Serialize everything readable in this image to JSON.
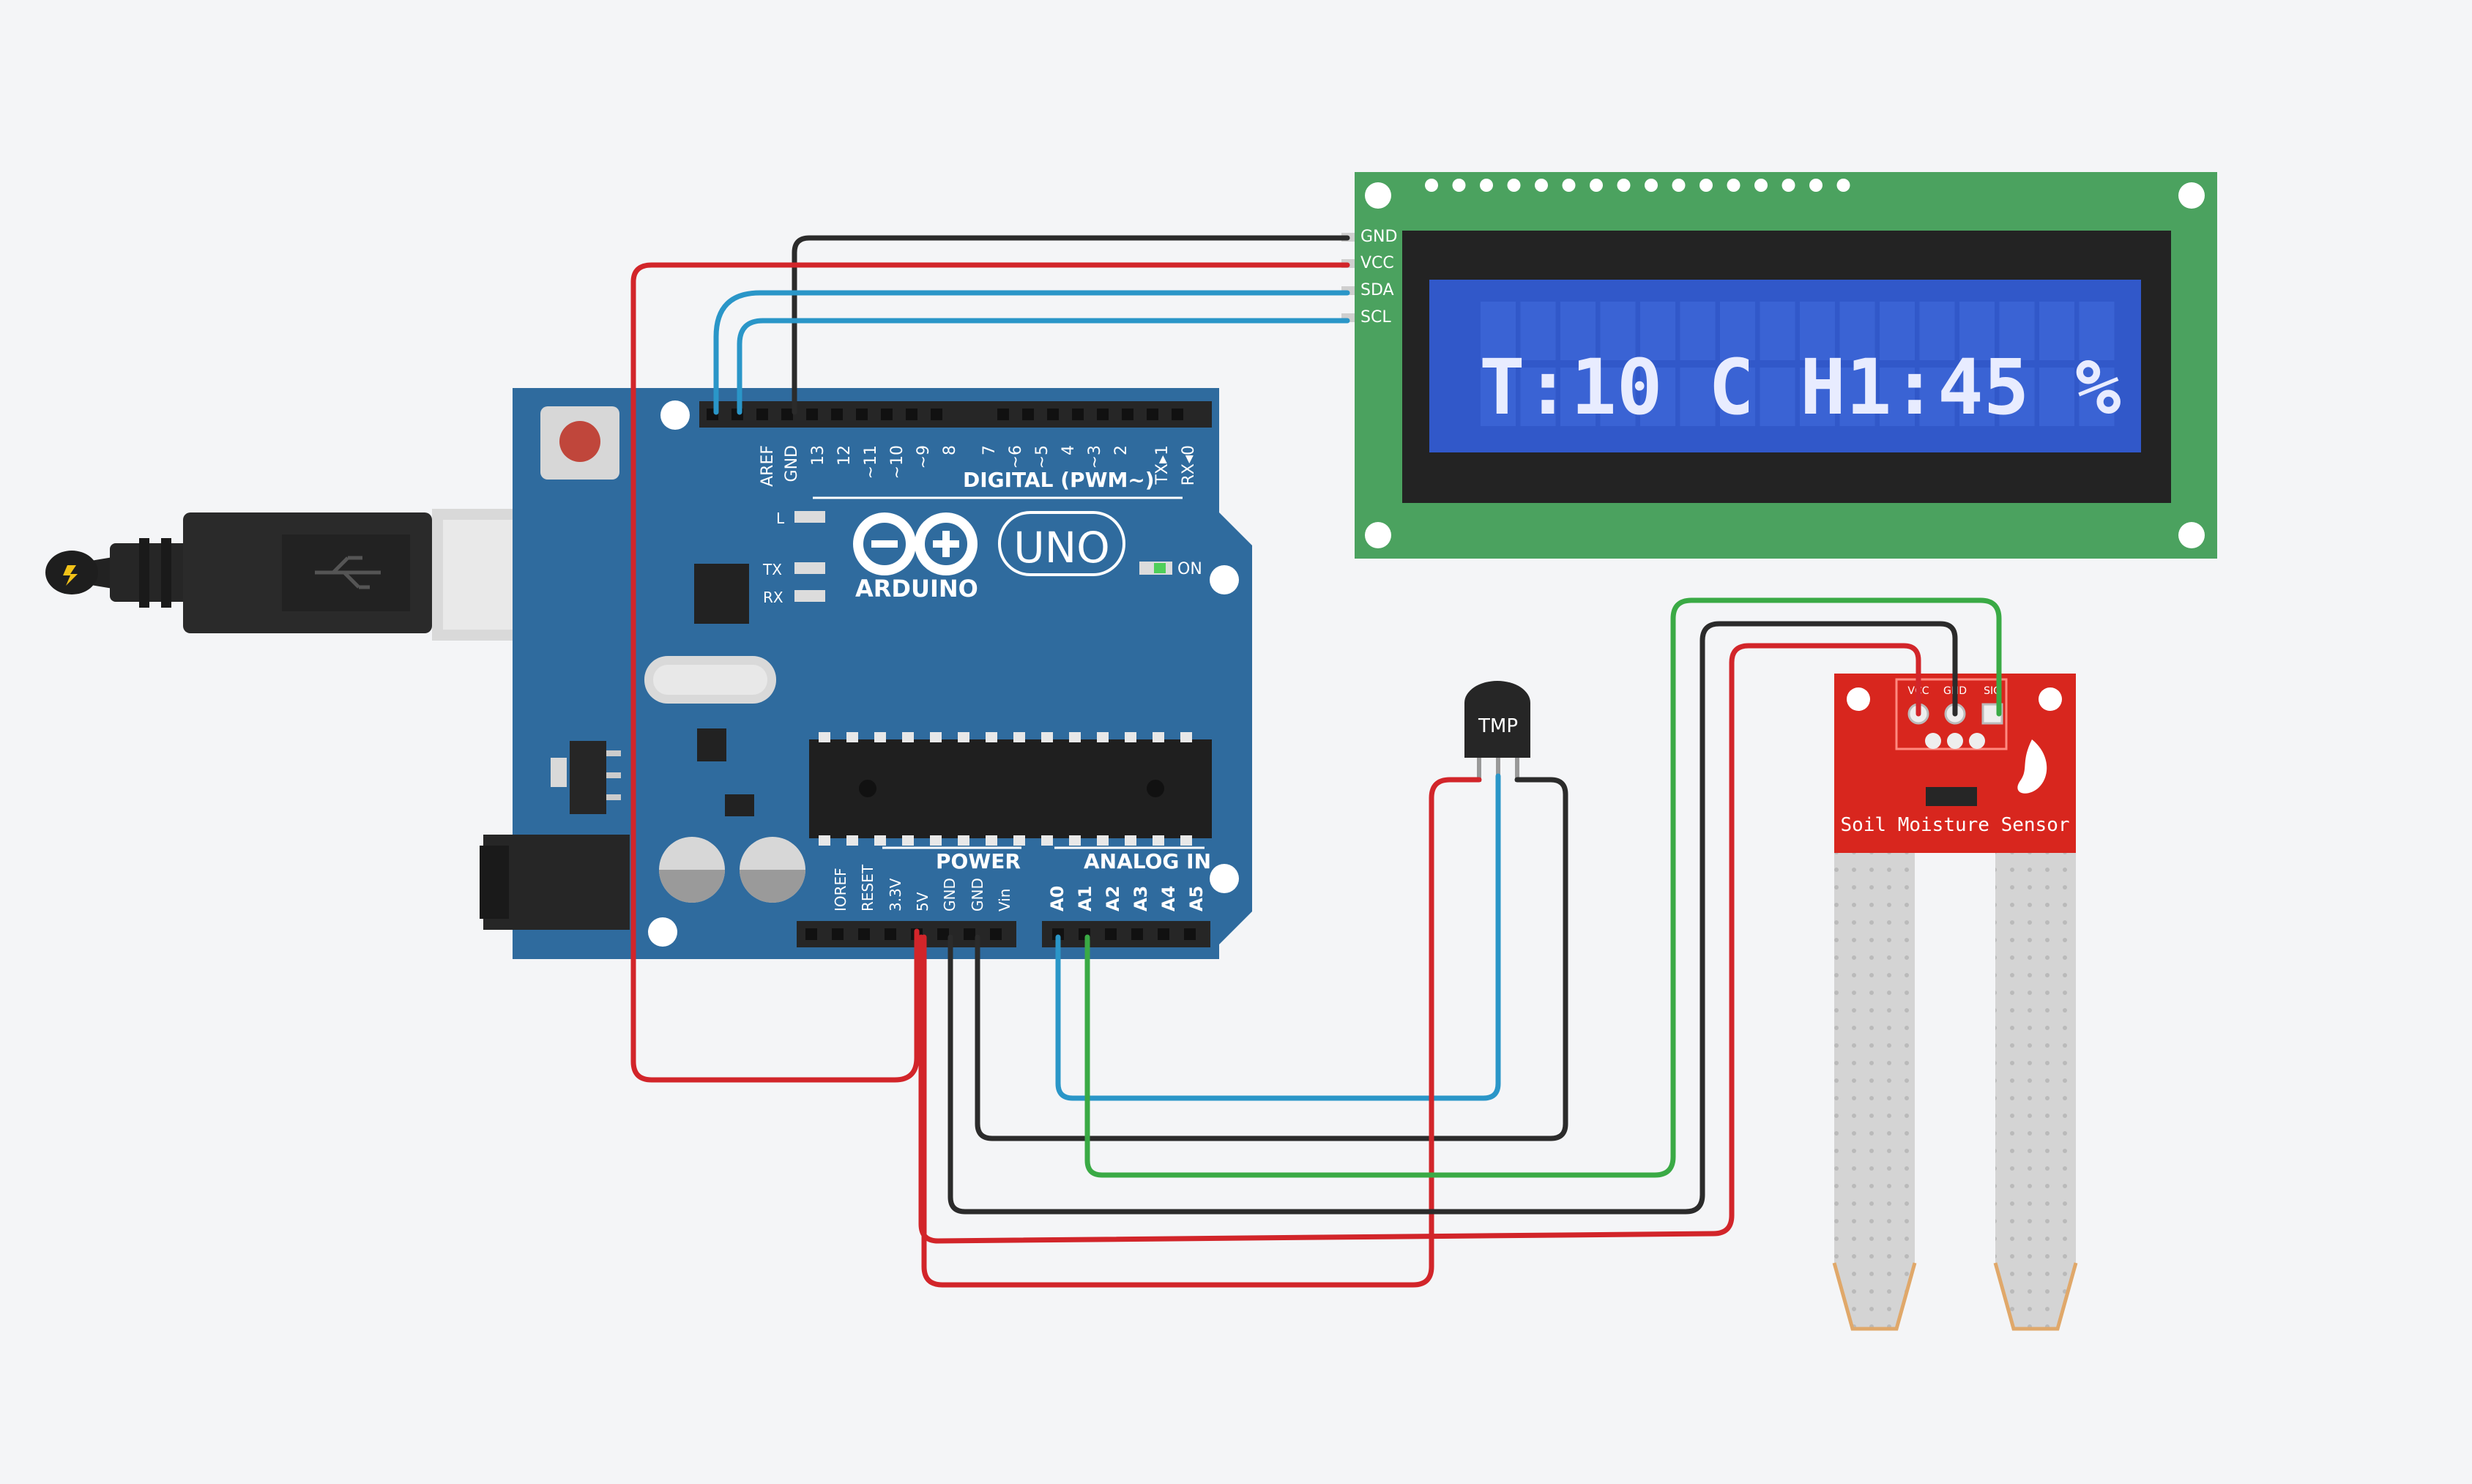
{
  "arduino": {
    "brand": "ARDUINO",
    "model": "UNO",
    "digital_label": "DIGITAL (PWM~)",
    "power_label": "POWER",
    "analog_label": "ANALOG IN",
    "on_label": "ON",
    "l_label": "L",
    "tx_label": "TX",
    "rx_label": "RX",
    "digital_pins": [
      "AREF",
      "GND",
      "13",
      "12",
      "~11",
      "~10",
      "~9",
      "8",
      "7",
      "~6",
      "~5",
      "4",
      "~3",
      "2",
      "TX▸1",
      "RX◂0"
    ],
    "power_pins": [
      "IOREF",
      "RESET",
      "3.3V",
      "5V",
      "GND",
      "GND",
      "Vin"
    ],
    "analog_pins": [
      "A0",
      "A1",
      "A2",
      "A3",
      "A4",
      "A5"
    ]
  },
  "lcd": {
    "pins": [
      "GND",
      "VCC",
      "SDA",
      "SCL"
    ],
    "display_text": "T:10 C H1:45 %"
  },
  "tmp_sensor": {
    "label": "TMP"
  },
  "soil_sensor": {
    "label": "Soil Moisture Sensor",
    "pins": [
      "VCC",
      "GND",
      "SIG"
    ]
  },
  "colors": {
    "background": "#f4f5f7",
    "board": "#2f6b9e",
    "lcd_pcb": "#4ba25f",
    "lcd_screen": "#3158c9",
    "sensor": "#d8261e",
    "wire_red": "#d2252a",
    "wire_black": "#2b2b2b",
    "wire_blue": "#2a96c8",
    "wire_green": "#3aaa45"
  }
}
